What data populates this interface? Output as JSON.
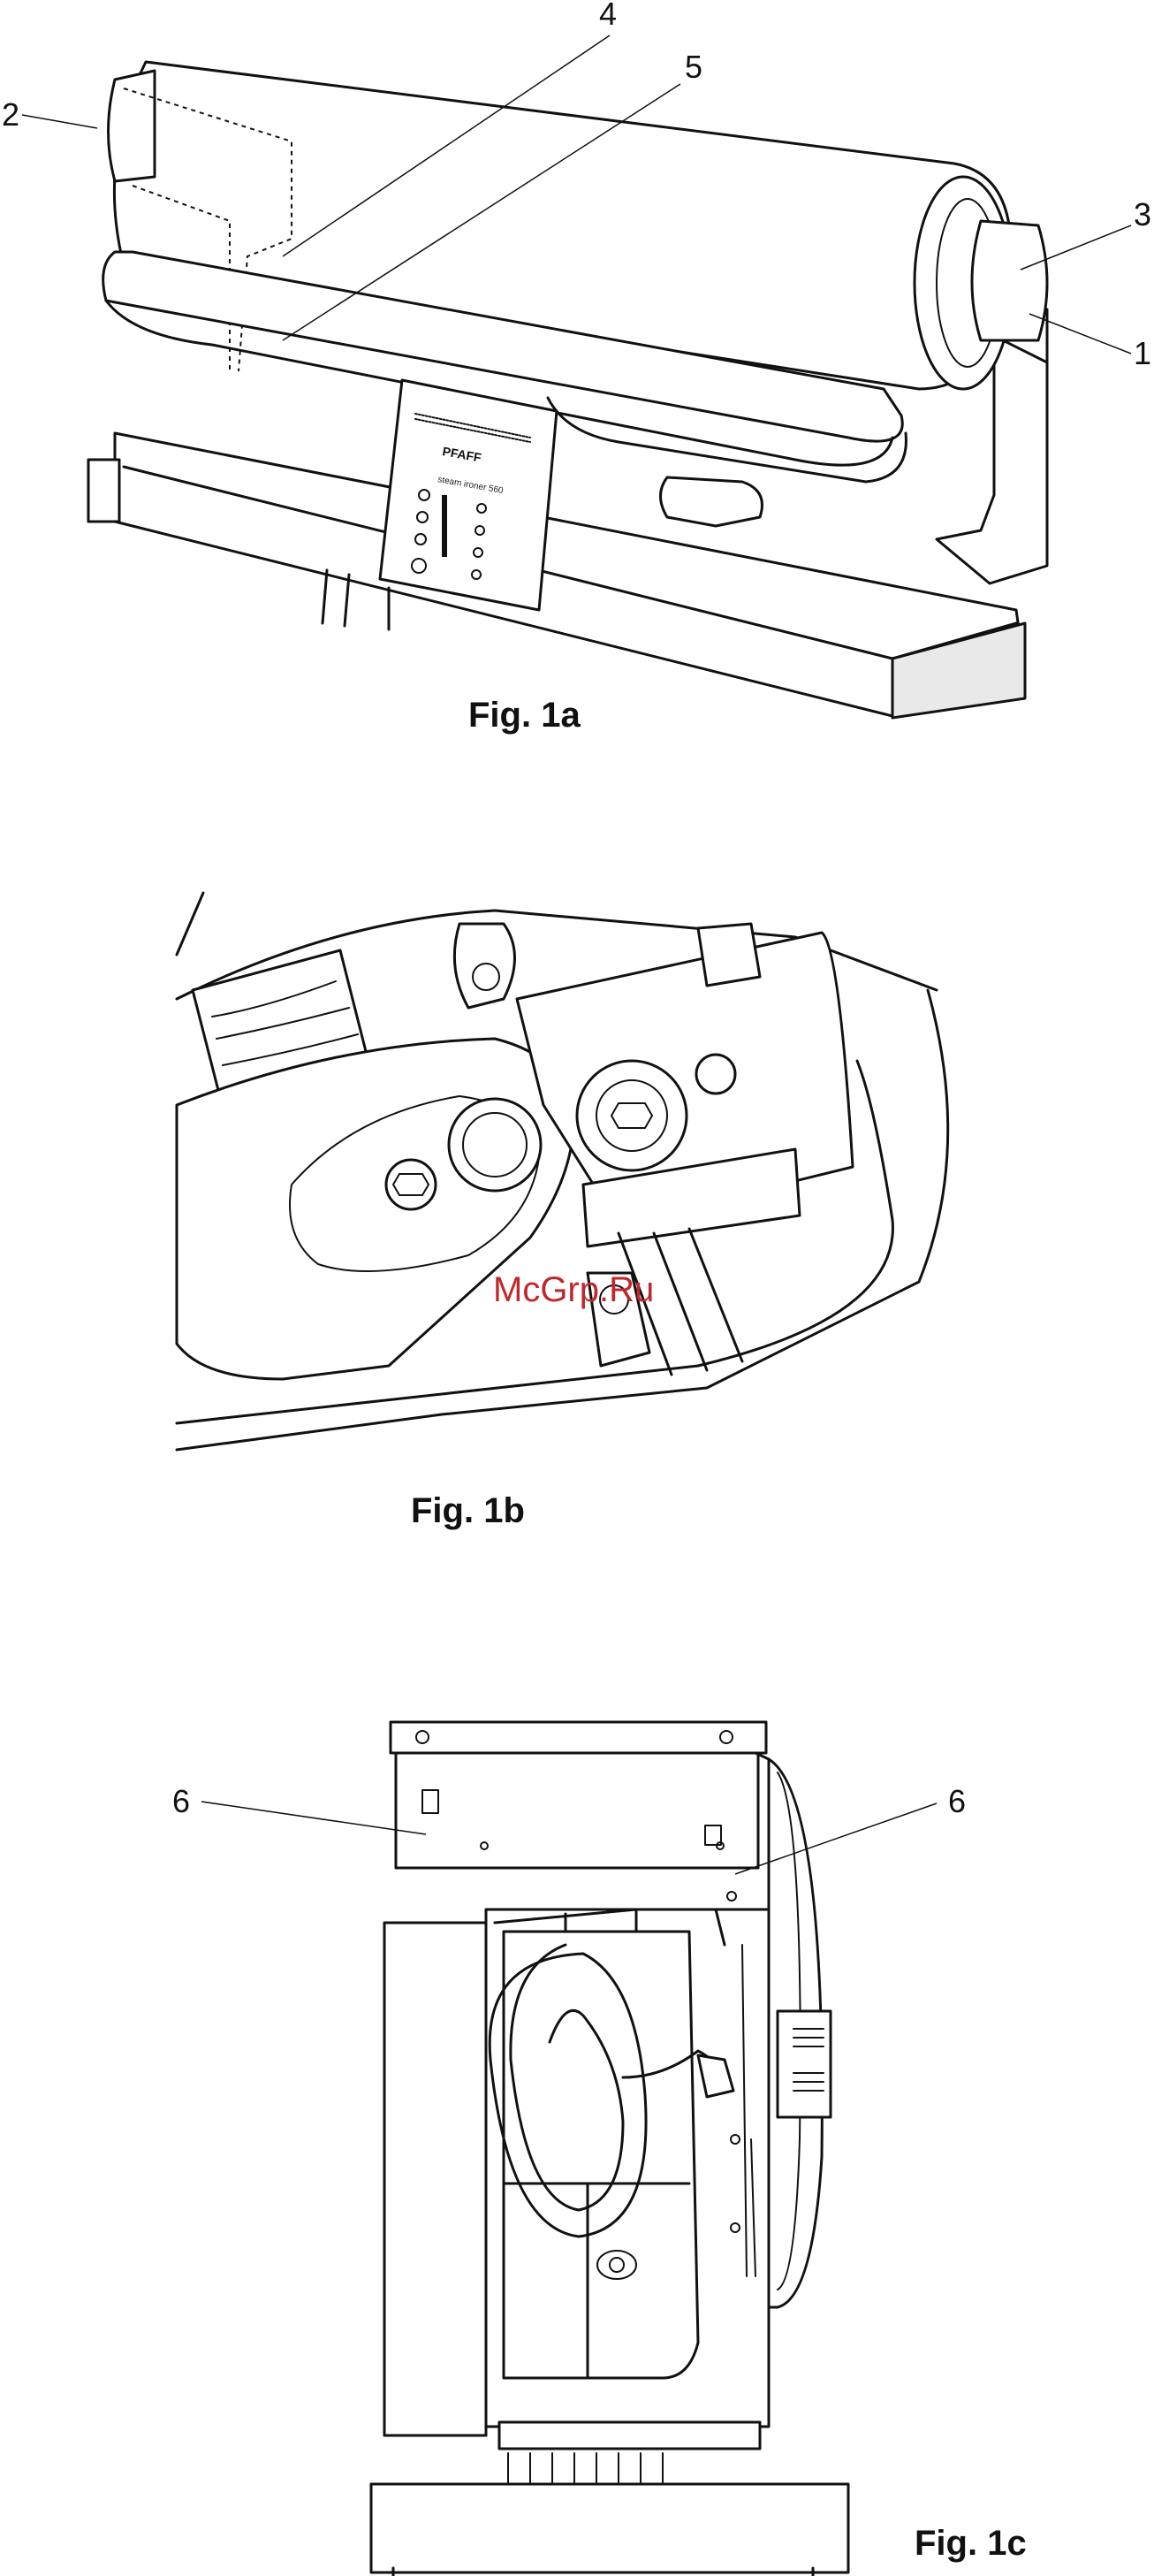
{
  "figures": [
    {
      "id": "fig1a",
      "caption": "Fig. 1a",
      "callouts": [
        "1",
        "2",
        "3",
        "4",
        "5"
      ],
      "panel": {
        "brand": "PFAFF",
        "model": "steam ironer 560"
      }
    },
    {
      "id": "fig1b",
      "caption": "Fig. 1b",
      "watermark": "McGrp.Ru"
    },
    {
      "id": "fig1c",
      "caption": "Fig. 1c",
      "callouts": [
        "6",
        "6"
      ]
    }
  ]
}
